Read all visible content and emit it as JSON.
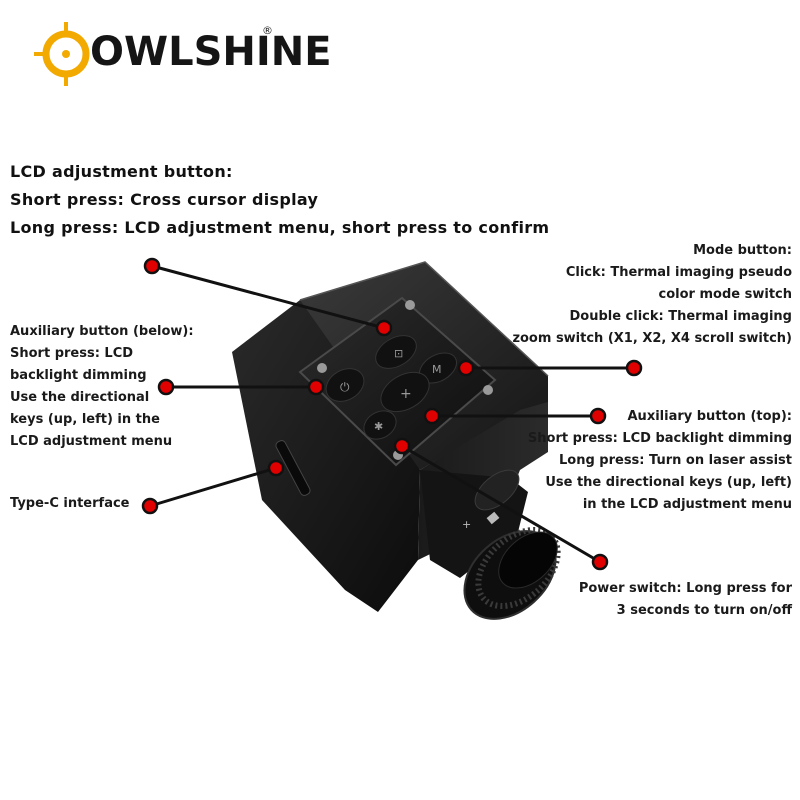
{
  "brand": {
    "name": "OWLSHINE",
    "registered_mark": "®"
  },
  "lcd_button": {
    "title": "LCD adjustment button:",
    "short_press": "Short press: Cross cursor display",
    "long_press": "Long press: LCD adjustment menu, short press to confirm"
  },
  "mode_button": {
    "lines": [
      "Mode button:",
      "Click: Thermal imaging pseudo",
      "color mode switch",
      "Double click: Thermal imaging",
      "zoom switch (X1, X2, X4 scroll switch)"
    ]
  },
  "aux_below": {
    "lines": [
      "Auxiliary button (below):",
      "Short press: LCD",
      "backlight dimming",
      "Use the directional",
      "keys (up, left) in the",
      "LCD adjustment menu"
    ]
  },
  "aux_top": {
    "lines": [
      "Auxiliary button (top):",
      "Short press: LCD backlight dimming",
      "Long press: Turn on laser assist",
      "Use the directional keys (up, left)",
      "in the LCD adjustment menu"
    ]
  },
  "type_c": {
    "label": "Type-C interface"
  },
  "power": {
    "lines": [
      "Power switch: Long press for",
      "3 seconds to turn on/off"
    ]
  },
  "colors": {
    "marker": "#e00000",
    "logo_ring": "#f2a900",
    "device": "#1c1c1c"
  },
  "device_icons": [
    "power-icon",
    "plus-icon",
    "minus-icon",
    "lcd-icon",
    "mode-icon"
  ]
}
